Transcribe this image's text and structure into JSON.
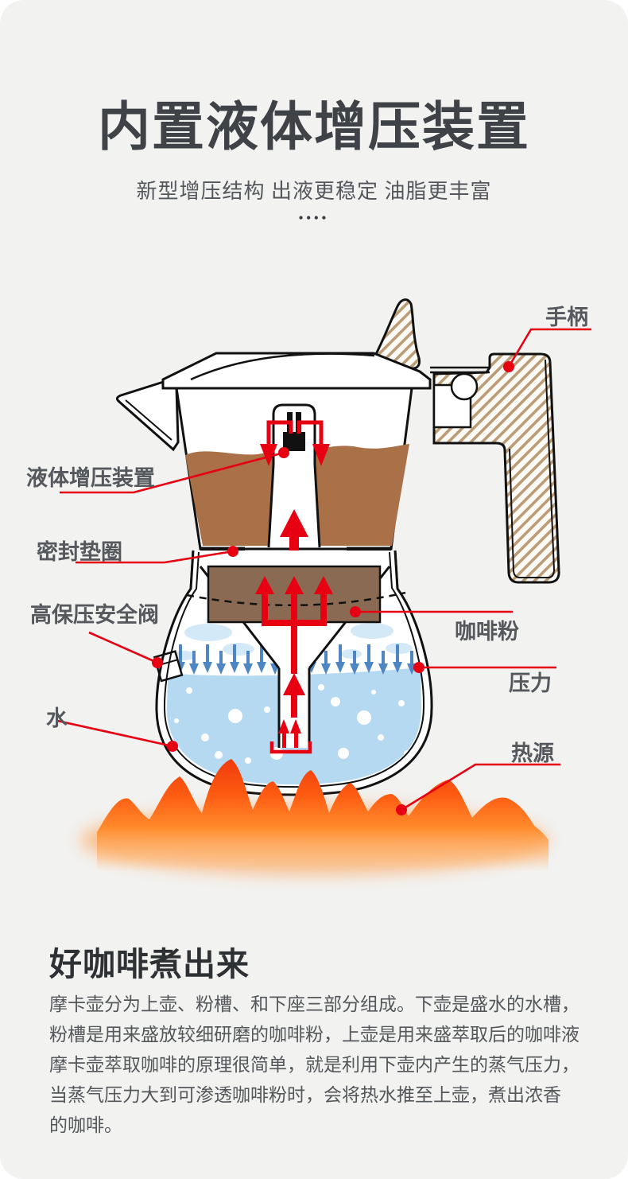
{
  "page": {
    "background": "#ffffff",
    "panel_color": "#f2f2f1"
  },
  "header": {
    "title": "内置液体增压装置",
    "subtitle": "新型增压结构 出液更稳定 油脂更丰富",
    "dots": "••••"
  },
  "diagram": {
    "labels": {
      "handle": "手柄",
      "pressurizer": "液体增压装置",
      "gasket": "密封垫圈",
      "safety_valve": "高保压安全阀",
      "water": "水",
      "coffee_powder": "咖啡粉",
      "pressure": "压力",
      "heat_source": "热源"
    },
    "colors": {
      "leader_red": "#e60012",
      "coffee": "#aa7048",
      "grounds": "#8a6a53",
      "water": "#b5d9f0",
      "steam": "#d3e9f7",
      "hatch": "#bb9c75",
      "arrow_blue": "#4d86c3",
      "outline": "#111111"
    }
  },
  "section": {
    "heading": "好咖啡煮出来",
    "paragraph": "摩卡壶分为上壶、粉槽、和下座三部分组成。下壶是盛水的水槽，\n粉槽是用来盛放较细研磨的咖啡粉，上壶是用来盛萃取后的咖啡液\n摩卡壶萃取咖啡的原理很简单，就是利用下壶内产生的蒸气压力，\n当蒸气压力大到可渗透咖啡粉时，会将热水推至上壶，煮出浓香\n的咖啡。"
  }
}
